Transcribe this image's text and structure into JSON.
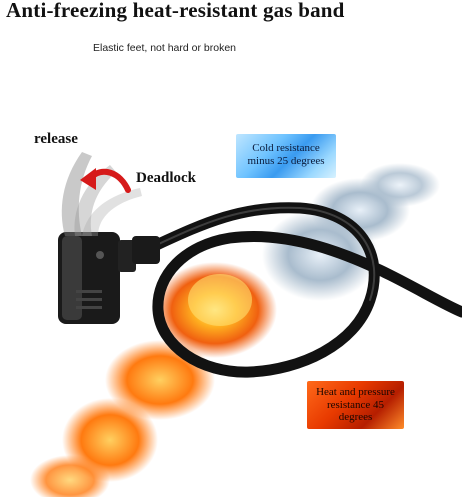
{
  "title": "Anti-freezing heat-resistant gas band",
  "subtitle": "Elastic feet, not hard or broken",
  "labels": {
    "release": "release",
    "deadlock": "Deadlock"
  },
  "cold_badge": {
    "line1": "Cold resistance",
    "line2": "minus 25 degrees"
  },
  "heat_badge": {
    "line1": "Heat and pressure",
    "line2": "resistance 45",
    "line3": "degrees"
  },
  "colors": {
    "hose": "#121212",
    "flame": "#ff7a10",
    "ice": "#9fb4c8"
  }
}
